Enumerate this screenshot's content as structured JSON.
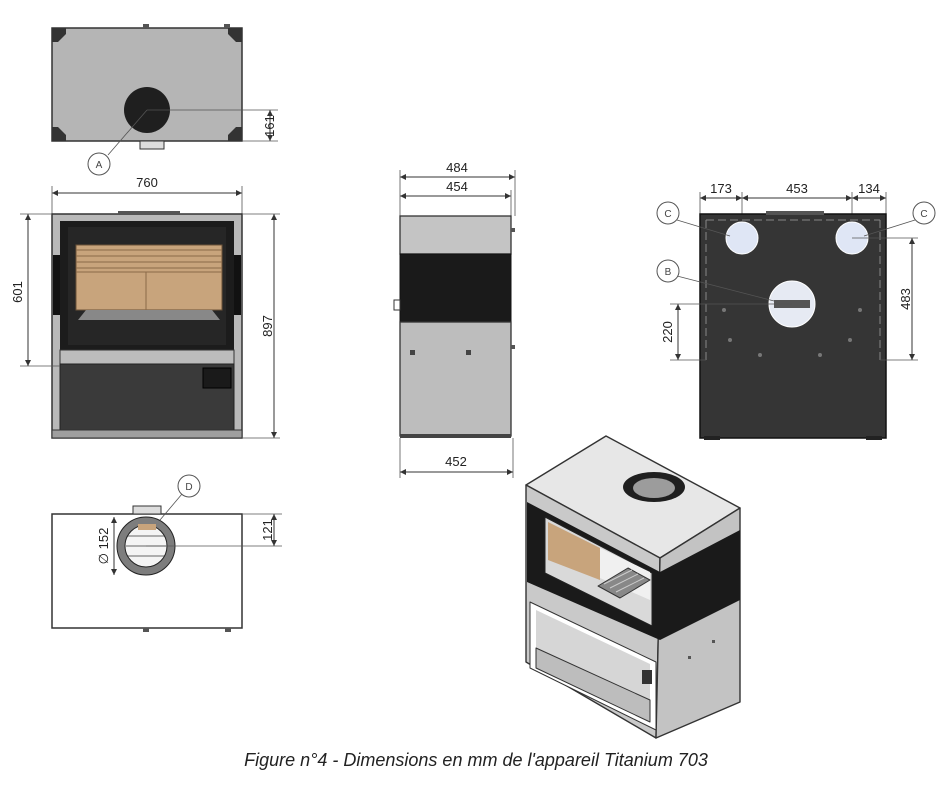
{
  "caption": "Figure n°4 - Dimensions en mm de l'appareil Titanium 703",
  "callouts": {
    "a": "A",
    "b": "B",
    "c": "C",
    "d": "D"
  },
  "dimensions": {
    "top_161": "161",
    "width_760": "760",
    "height_601": "601",
    "height_897": "897",
    "depth_484": "484",
    "depth_454": "454",
    "depth_452": "452",
    "back_173": "173",
    "back_453": "453",
    "back_134": "134",
    "back_483": "483",
    "back_220": "220",
    "bottom_121": "121",
    "diam_152": "∅ 152"
  },
  "colors": {
    "steel": "#b9b9b9",
    "black_panel": "#1c1c1c",
    "firebrick": "#c8a47c",
    "outline": "#333333"
  }
}
